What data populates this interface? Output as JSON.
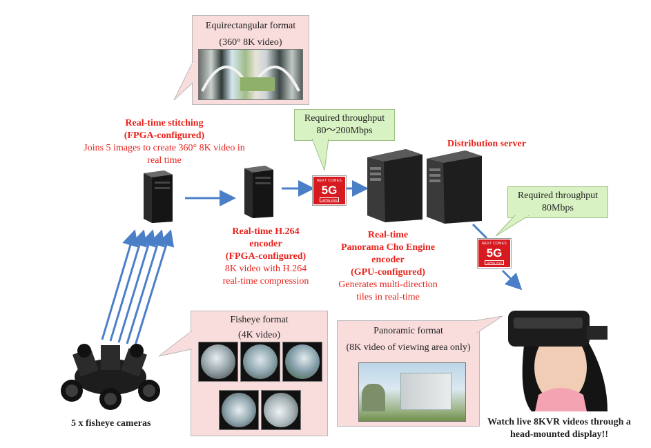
{
  "equirect": {
    "title": "Equirectangular format",
    "subtitle": "(360° 8K video)"
  },
  "stitching": {
    "title": "Real-time stitching",
    "config": "(FPGA-configured)",
    "desc_line1": "Joins 5 images to create 360° 8K video in",
    "desc_line2": "real time"
  },
  "throughput1": {
    "label": "Required throughput",
    "value": "80～200Mbps"
  },
  "distribution": {
    "label": "Distribution server"
  },
  "throughput2": {
    "label": "Required throughput",
    "value": "80Mbps"
  },
  "h264": {
    "line1": "Real-time H.264",
    "line2": "encoder",
    "config": "(FPGA-configured)",
    "desc_line1": "8K video with H.264",
    "desc_line2": "real-time compression"
  },
  "panorama_encoder": {
    "line1": "Real-time",
    "line2": "Panorama Cho Engine",
    "line3": "encoder",
    "config": "(GPU-configured)",
    "desc_line1": "Generates multi-direction",
    "desc_line2": "tiles in real-time"
  },
  "fisheye": {
    "title": "Fisheye format",
    "subtitle": "(4K video)"
  },
  "panoramic": {
    "title": "Panoramic format",
    "subtitle": "(8K video of viewing area only)"
  },
  "cameras": {
    "label": "5 x fisheye cameras"
  },
  "viewer": {
    "line1": "Watch live 8KVR videos through a",
    "line2": "head-mounted display!!"
  },
  "badge": {
    "top": "NEXT COMES",
    "mid": "5G",
    "bottom": "JAPAN 2020"
  },
  "colors": {
    "red": "#e8231c",
    "arrow": "#4a7fc8",
    "pink": "#f9dcdc",
    "green": "#d9f2c4"
  }
}
